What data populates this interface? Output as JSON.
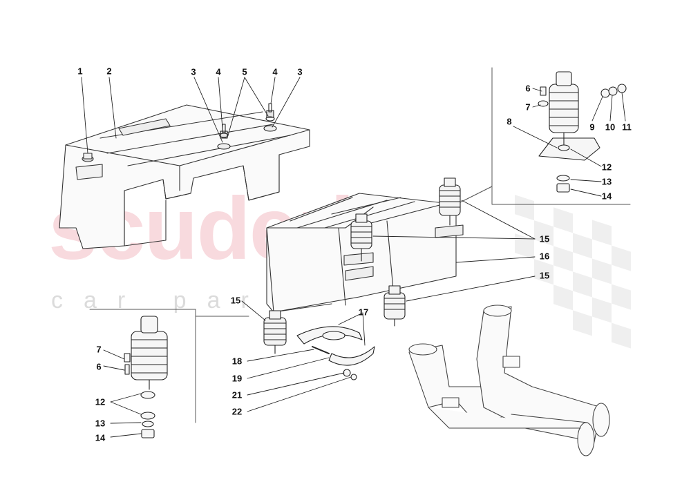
{
  "watermark": {
    "brand": "scuderia",
    "subtitle": "car parts"
  },
  "callouts": [
    "1",
    "2",
    "3",
    "4",
    "5",
    "4",
    "3",
    "6",
    "7",
    "8",
    "9",
    "10",
    "11",
    "12",
    "13",
    "14",
    "15",
    "16",
    "15",
    "15",
    "17",
    "18",
    "19",
    "21",
    "22",
    "7",
    "6",
    "12",
    "13",
    "14"
  ]
}
